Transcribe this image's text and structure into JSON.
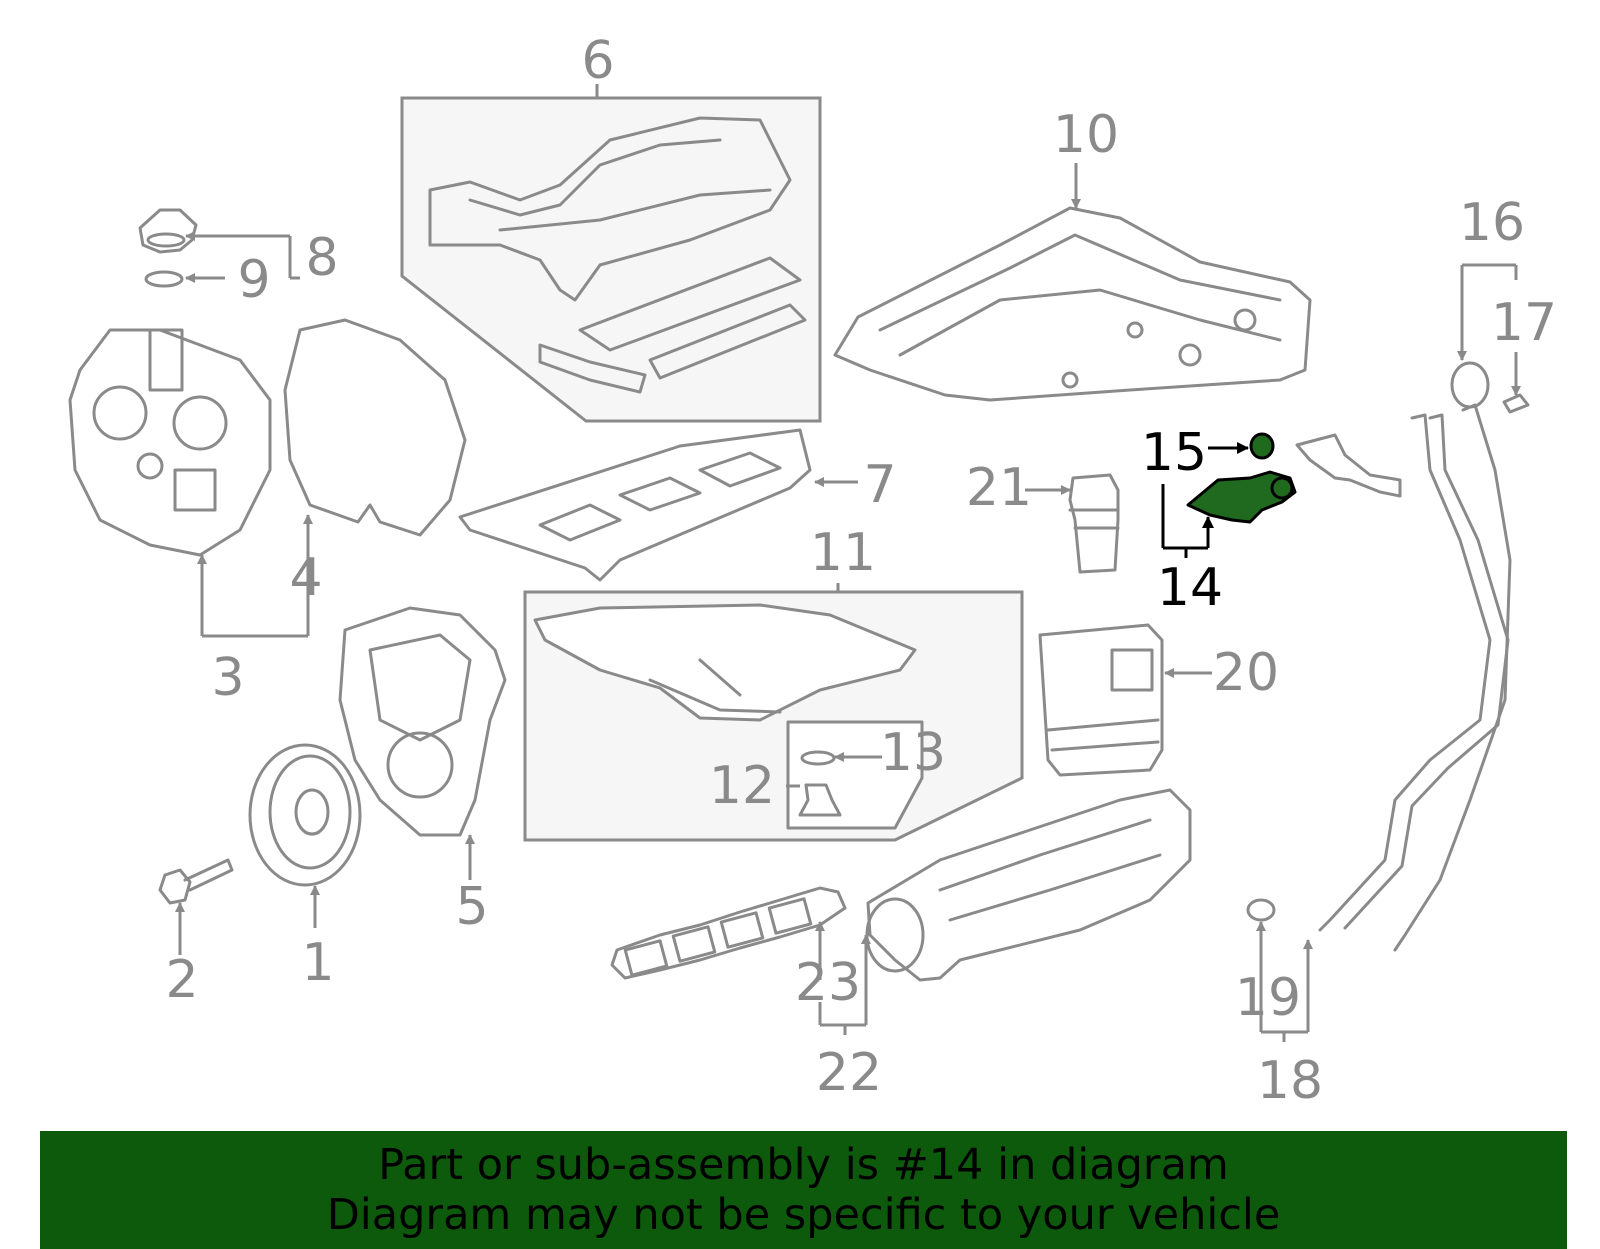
{
  "callouts": [
    "1",
    "2",
    "3",
    "4",
    "5",
    "6",
    "7",
    "8",
    "9",
    "10",
    "11",
    "12",
    "13",
    "14",
    "15",
    "16",
    "17",
    "18",
    "19",
    "20",
    "21",
    "22",
    "23"
  ],
  "highlight": {
    "part_number": "14",
    "color": "#1f6a1f"
  },
  "banner": {
    "line1": "Part or sub-assembly is #14 in diagram",
    "line2": "Diagram may not be specific to your vehicle",
    "background": "#0d5a0d"
  }
}
